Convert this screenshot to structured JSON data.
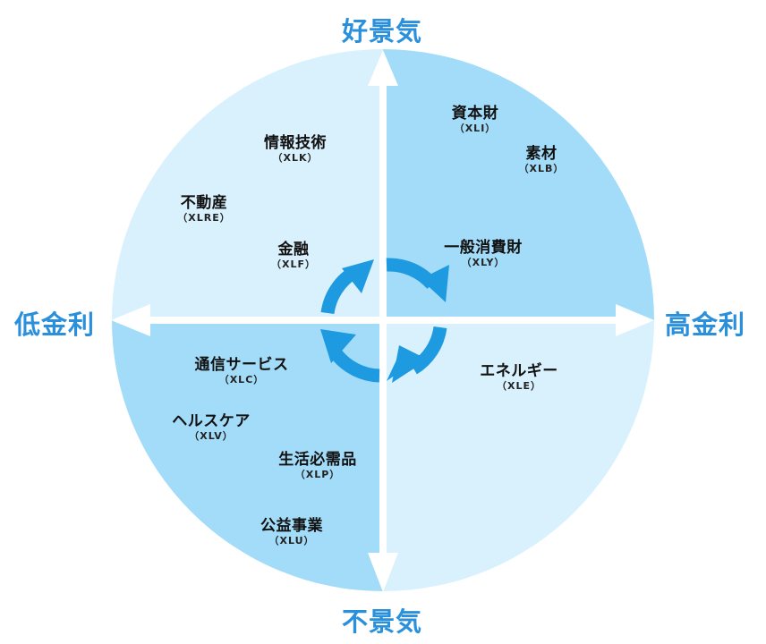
{
  "axes": {
    "top": "好景気",
    "bottom": "不景気",
    "left": "低金利",
    "right": "高金利"
  },
  "colors": {
    "axis_text": "#2a90dc",
    "quadrant_dark": "#a3dcf9",
    "quadrant_light": "#d9f1fd",
    "cycle_arrows": "#1e9ae0",
    "axis_lines": "#ffffff",
    "sector_text": "#111111"
  },
  "quadrants": {
    "top_left": {
      "shade": "light",
      "sectors": [
        {
          "name": "情報技術",
          "ticker": "（XLK）"
        },
        {
          "name": "不動産",
          "ticker": "（XLRE）"
        },
        {
          "name": "金融",
          "ticker": "（XLF）"
        }
      ]
    },
    "top_right": {
      "shade": "dark",
      "sectors": [
        {
          "name": "資本財",
          "ticker": "（XLI）"
        },
        {
          "name": "素材",
          "ticker": "（XLB）"
        },
        {
          "name": "一般消費財",
          "ticker": "（XLY）"
        }
      ]
    },
    "bottom_right": {
      "shade": "light",
      "sectors": [
        {
          "name": "エネルギー",
          "ticker": "（XLE）"
        }
      ]
    },
    "bottom_left": {
      "shade": "dark",
      "sectors": [
        {
          "name": "通信サービス",
          "ticker": "（XLC）"
        },
        {
          "name": "ヘルスケア",
          "ticker": "（XLV）"
        },
        {
          "name": "生活必需品",
          "ticker": "（XLP）"
        },
        {
          "name": "公益事業",
          "ticker": "（XLU）"
        }
      ]
    }
  },
  "center_icon": "clockwise-cycle-arrows-icon"
}
